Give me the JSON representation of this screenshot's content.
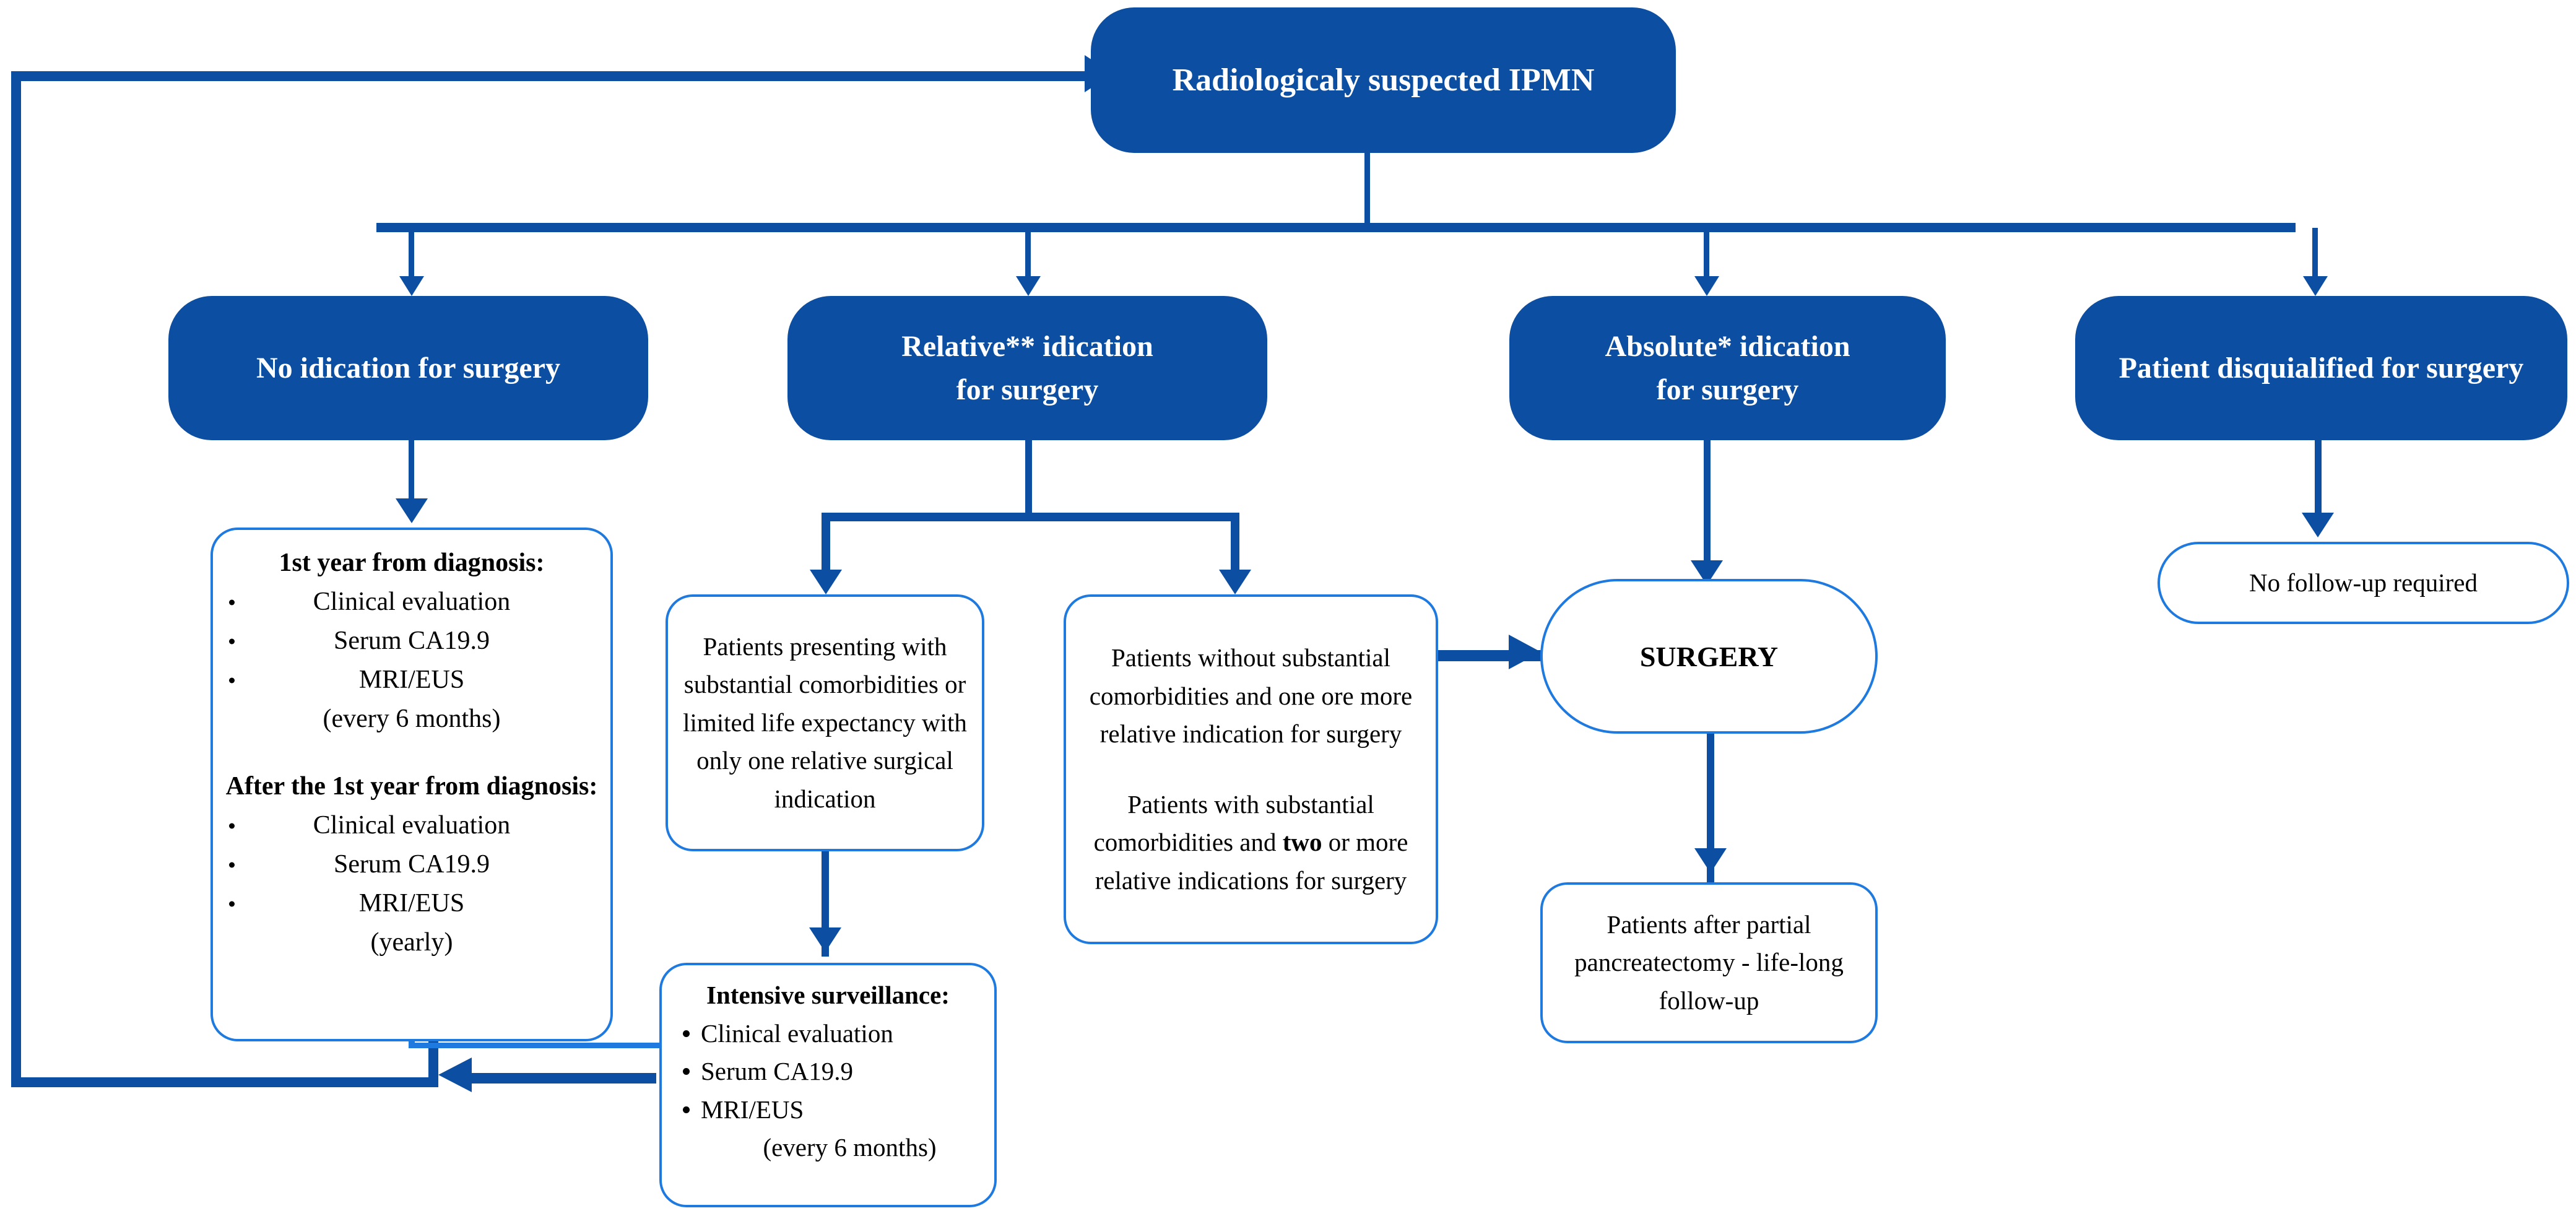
{
  "diagram": {
    "title_node": {
      "label": "Radiologicaly suspected IPMN"
    },
    "branches": [
      {
        "id": "no-indication",
        "label": "No idication for surgery"
      },
      {
        "id": "relative",
        "line1": "Relative** idication",
        "line2": "for surgery"
      },
      {
        "id": "absolute",
        "line1": "Absolute* idication",
        "line2": "for surgery"
      },
      {
        "id": "disqualified",
        "label": "Patient disquialified for surgery"
      }
    ],
    "surveillance_box": {
      "heading_1": "1st year from diagnosis:",
      "items_1": [
        "Clinical evaluation",
        "Serum CA19.9",
        "MRI/EUS"
      ],
      "frequency_1": "(every 6 months)",
      "heading_2": "After the 1st year from diagnosis:",
      "items_2": [
        "Clinical evaluation",
        "Serum CA19.9",
        "MRI/EUS"
      ],
      "frequency_2": "(yearly)"
    },
    "comorbid_box": {
      "lines": [
        "Patients presenting with",
        "substantial comorbidities or",
        "limited life expectancy with",
        "only one relative surgical",
        "indication"
      ]
    },
    "surgical_candidates_box": {
      "para1": [
        "Patients without substantial",
        "comorbidities and one ore more",
        "relative indication for surgery"
      ],
      "para2_pre": "Patients with substantial",
      "para2_mid_a": "comorbidities and ",
      "para2_bold": "two",
      "para2_mid_b": " or more",
      "para2_end": "relative indications for surgery"
    },
    "surgery_box": {
      "label": "SURGERY"
    },
    "post_surgery_box": {
      "lines": [
        "Patients after partial",
        "pancreatectomy - life-long",
        "follow-up"
      ]
    },
    "no_followup_box": {
      "label": "No follow-up required"
    },
    "intensive_box": {
      "heading": "Intensive surveillance:",
      "items": [
        "Clinical evaluation",
        "Serum CA19.9",
        "MRI/EUS"
      ],
      "frequency": "(every 6 months)"
    },
    "colors": {
      "solid_fill": "#0b4ea2",
      "outline_stroke": "#1f7ae0",
      "connector": "#0b4ea2",
      "solid_text": "#ffffff",
      "outline_text": "#000000"
    }
  }
}
